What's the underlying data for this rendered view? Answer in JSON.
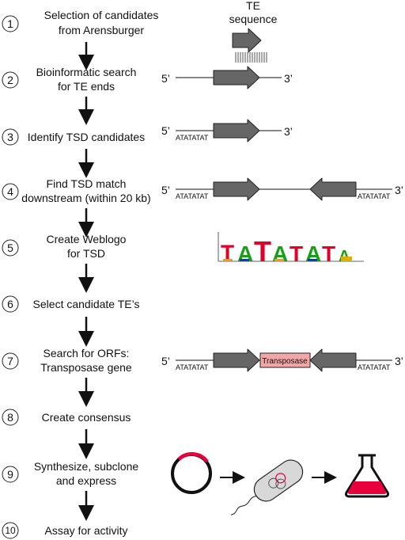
{
  "steps": [
    {
      "num": "1",
      "line1": "Selection of candidates",
      "line2": "from Arensburger"
    },
    {
      "num": "2",
      "line1": "Bioinformatic search",
      "line2": "for TE ends"
    },
    {
      "num": "3",
      "line1": "Identify TSD candidates",
      "line2": ""
    },
    {
      "num": "4",
      "line1": "Find TSD match",
      "line2": "downstream (within 20 kb)"
    },
    {
      "num": "5",
      "line1": "Create Weblogo",
      "line2": "for TSD"
    },
    {
      "num": "6",
      "line1": "Select candidate TE’s",
      "line2": ""
    },
    {
      "num": "7",
      "line1": "Search for ORFs:",
      "line2": "Transposase gene"
    },
    {
      "num": "8",
      "line1": "Create consensus",
      "line2": ""
    },
    {
      "num": "9",
      "line1": "Synthesize, subclone",
      "line2": "and express"
    },
    {
      "num": "10",
      "line1": "Assay for activity",
      "line2": ""
    }
  ],
  "te_label": {
    "line1": "TE",
    "line2": "sequence"
  },
  "five_prime": "5’",
  "three_prime": "3’",
  "tsd": "ATATATAT",
  "transposase": "Transposase",
  "logo_letters": [
    "T",
    "A",
    "T",
    "A",
    "T",
    "A",
    "T",
    "A"
  ],
  "colors": {
    "arrow": "#666666",
    "transposase_fill": "#f4a6a6",
    "red": "#e8003d",
    "logo_t": "#e0002a",
    "logo_a": "#1a9e1a"
  }
}
